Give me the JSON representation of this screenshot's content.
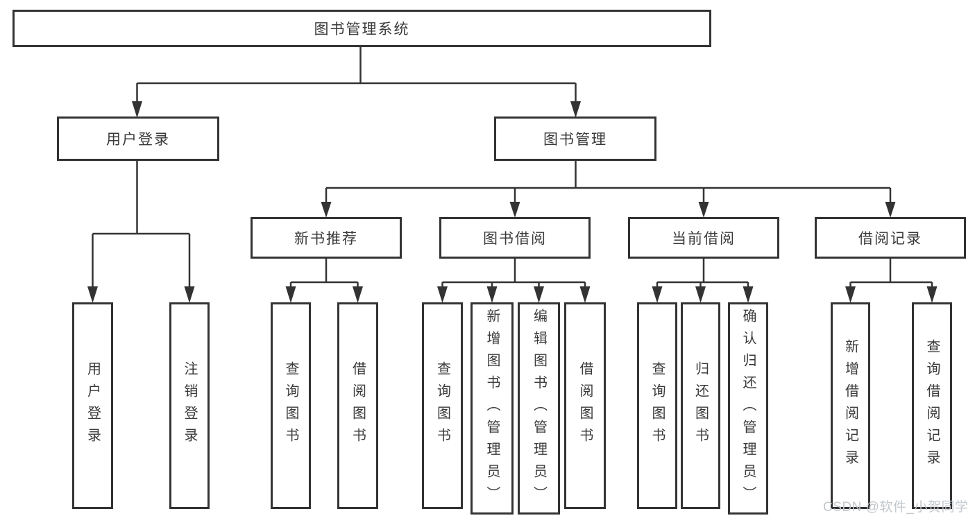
{
  "colors": {
    "line": "#333333",
    "text": "#3a3a3a",
    "bg": "#ffffff",
    "watermark": "#c3c8cc"
  },
  "tree": {
    "root": {
      "label": "图书管理系统"
    },
    "branches": [
      {
        "label": "用户登录",
        "children": [
          {
            "label": "用户登录"
          },
          {
            "label": "注销登录"
          }
        ]
      },
      {
        "label": "图书管理",
        "sections": [
          {
            "label": "新书推荐",
            "children": [
              {
                "label": "查询图书"
              },
              {
                "label": "借阅图书"
              }
            ]
          },
          {
            "label": "图书借阅",
            "children": [
              {
                "label": "查询图书"
              },
              {
                "label": "新增图书（管理员）"
              },
              {
                "label": "编辑图书（管理员）"
              },
              {
                "label": "借阅图书"
              }
            ]
          },
          {
            "label": "当前借阅",
            "children": [
              {
                "label": "查询图书"
              },
              {
                "label": "归还图书"
              },
              {
                "label": "确认归还（管理员）"
              }
            ]
          },
          {
            "label": "借阅记录",
            "children": [
              {
                "label": "新增借阅记录"
              },
              {
                "label": "查询借阅记录"
              }
            ]
          }
        ]
      }
    ]
  },
  "watermark": {
    "text": "CSDN @软件_小贺同学"
  }
}
